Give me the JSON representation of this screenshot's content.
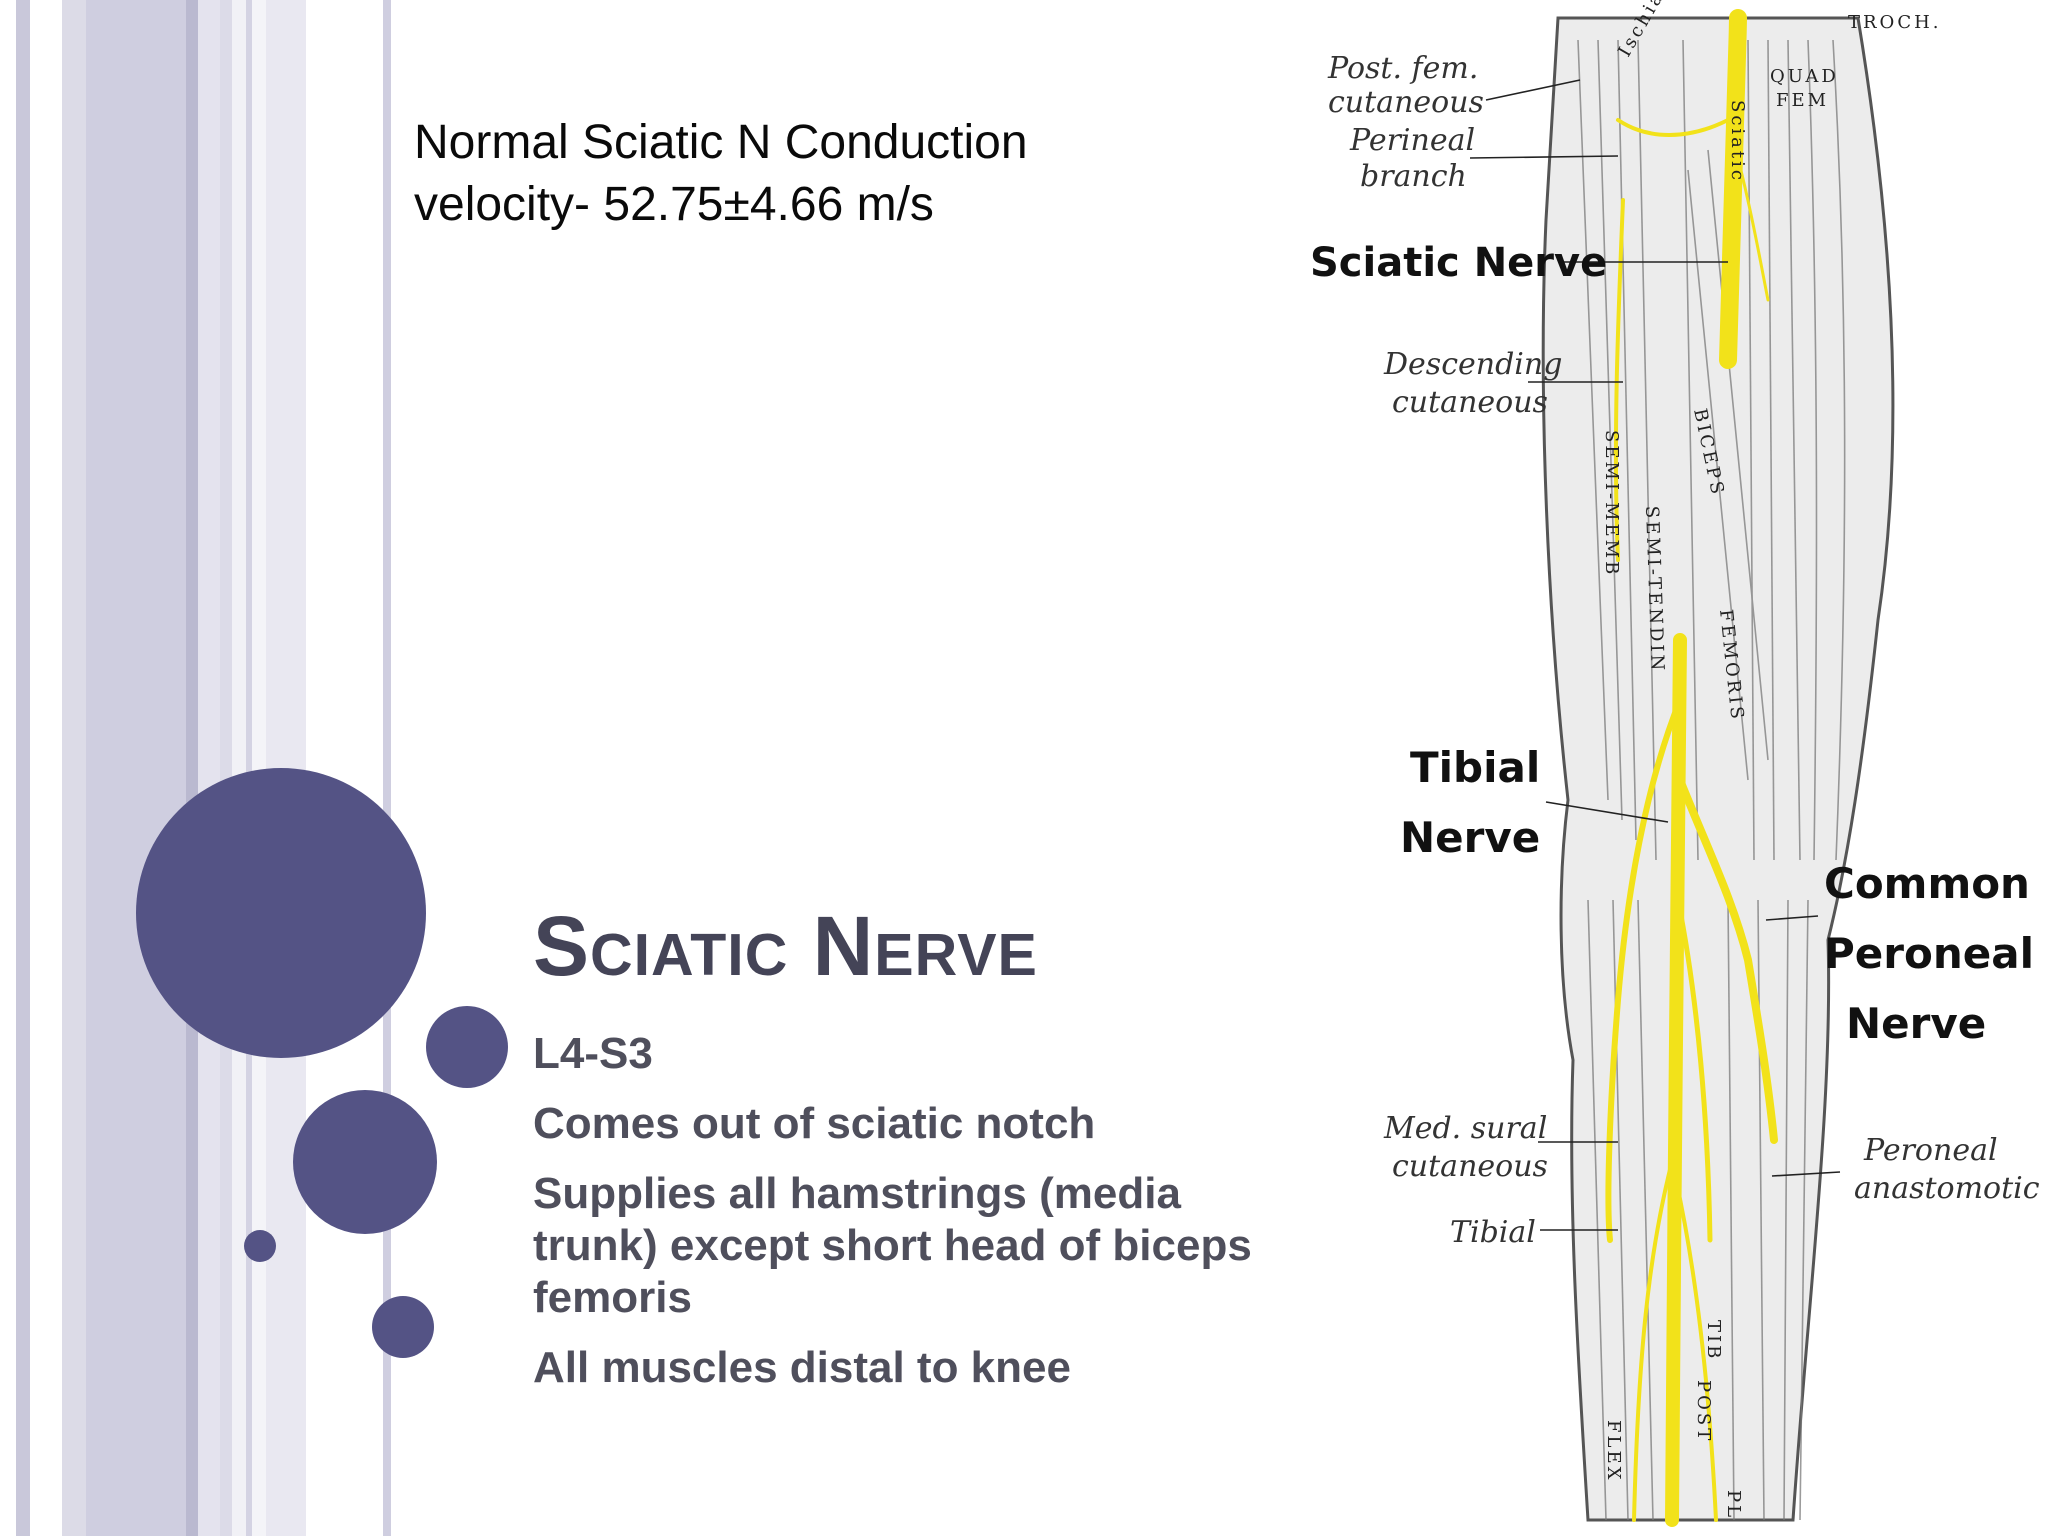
{
  "slide": {
    "velocity_lines": [
      "Normal Sciatic N Conduction",
      "velocity- 52.75±4.66 m/s"
    ],
    "title": "Sciatic Nerve",
    "bullets": [
      "L4-S3",
      "Comes out of sciatic notch",
      "Supplies all hamstrings (media trunk) except short head of biceps femoris",
      "All muscles distal to knee"
    ]
  },
  "figure": {
    "labels": {
      "post_fem_1": "Post. fem.",
      "post_fem_2": "cutaneous",
      "perineal_1": "Perineal",
      "perineal_2": "branch",
      "sciatic": "Sciatic Nerve",
      "descending_1": "Descending",
      "descending_2": "cutaneous",
      "tibial_nerve_1": "Tibial",
      "tibial_nerve_2": "Nerve",
      "common_1": "Common",
      "common_2": "Peroneal",
      "common_3": "Nerve",
      "med_sural_1": "Med. sural",
      "med_sural_2": "cutaneous",
      "tibial": "Tibial",
      "peroneal_anast_1": "Peroneal",
      "peroneal_anast_2": "anastomotic"
    },
    "muscle_words": {
      "biceps": "BICEPS",
      "femoris": "FEMORIS",
      "semi_tendin": "SEMI-TENDIN",
      "semi_memb": "SEMI-MEMB",
      "quad": "QUAD",
      "fem": "FEM",
      "ischial": "Ischial",
      "troch": "TROCH.",
      "sciatic": "Sciatic",
      "flex": "FLEX",
      "post": "POST",
      "tib": "TIB",
      "pl": "PL"
    }
  },
  "colors": {
    "accent": "#545385",
    "title": "#444457",
    "body": "#4f4f5c",
    "nerve": "#f2e21a"
  }
}
